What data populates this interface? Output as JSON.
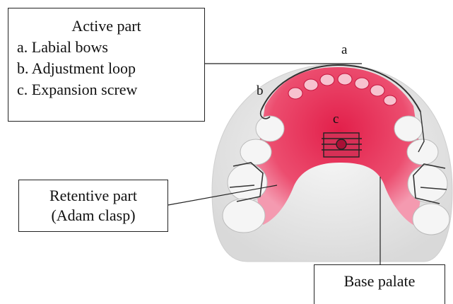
{
  "active_box": {
    "title": "Active part",
    "items": [
      "a. Labial bows",
      "b. Adjustment loop",
      "c. Expansion screw"
    ]
  },
  "retentive_box": {
    "line1": "Retentive part",
    "line2": "(Adam clasp)"
  },
  "base_box": {
    "label": "Base palate"
  },
  "markers": {
    "a": "a",
    "b": "b",
    "c": "c"
  },
  "colors": {
    "acrylic": "#e8335a",
    "teeth": "#f4f4f4",
    "wire": "#333333",
    "plate": "#e8e8e8"
  }
}
